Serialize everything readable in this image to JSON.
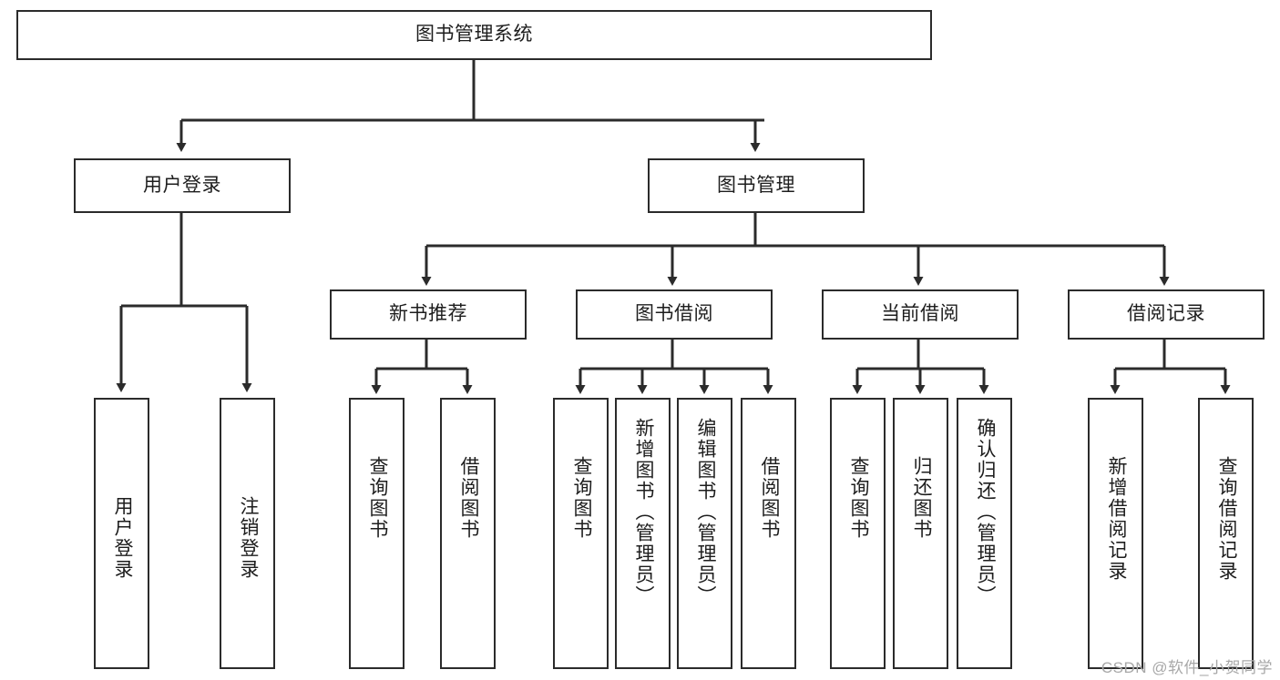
{
  "diagram": {
    "type": "tree-hierarchy",
    "title": "图书管理系统",
    "background_color": "#ffffff",
    "line_color": "#2b2b2b",
    "box_border_color": "#2b2b2b",
    "text_color": "#1d1d1d",
    "watermark": "CSDN @软件_小贺同学",
    "watermark_color": "#a8a8a8",
    "levels": 4
  },
  "nodes": {
    "root": {
      "label": "图书管理系统"
    },
    "level2": [
      {
        "id": "user-login",
        "label": "用户登录"
      },
      {
        "id": "book-manage",
        "label": "图书管理"
      }
    ],
    "level3": [
      {
        "id": "new-book-recommend",
        "label": "新书推荐"
      },
      {
        "id": "book-borrow",
        "label": "图书借阅"
      },
      {
        "id": "current-borrow",
        "label": "当前借阅"
      },
      {
        "id": "borrow-record",
        "label": "借阅记录"
      }
    ],
    "leaves": {
      "user-login": [
        {
          "id": "leaf-user-login",
          "label": "用户登录"
        },
        {
          "id": "leaf-user-logout",
          "label": "注销登录"
        }
      ],
      "new-book-recommend": [
        {
          "id": "leaf-query-book-1",
          "label": "查询图书"
        },
        {
          "id": "leaf-borrow-book-1",
          "label": "借阅图书"
        }
      ],
      "book-borrow": [
        {
          "id": "leaf-query-book-2",
          "label": "查询图书"
        },
        {
          "id": "leaf-add-book",
          "label": "新增图书（管理员）"
        },
        {
          "id": "leaf-edit-book",
          "label": "编辑图书（管理员）"
        },
        {
          "id": "leaf-borrow-book-2",
          "label": "借阅图书"
        }
      ],
      "current-borrow": [
        {
          "id": "leaf-query-book-3",
          "label": "查询图书"
        },
        {
          "id": "leaf-return-book",
          "label": "归还图书"
        },
        {
          "id": "leaf-confirm-return",
          "label": "确认归还（管理员）"
        }
      ],
      "borrow-record": [
        {
          "id": "leaf-add-record",
          "label": "新增借阅记录"
        },
        {
          "id": "leaf-query-record",
          "label": "查询借阅记录"
        }
      ]
    }
  }
}
